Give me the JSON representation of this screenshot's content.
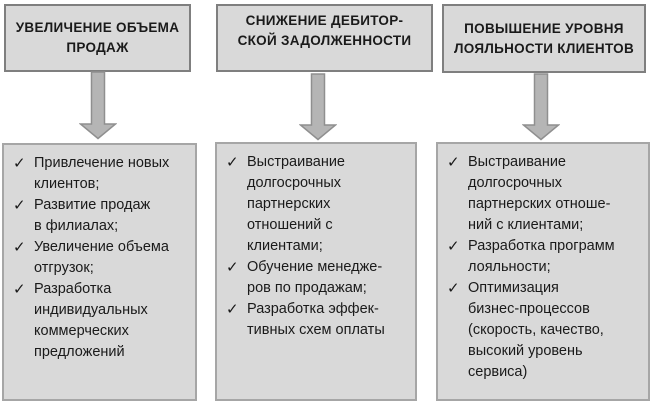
{
  "bullet_char": "✓",
  "colors": {
    "background": "#ffffff",
    "box_fill": "#d9d9d9",
    "header_border": "#7f7f7f",
    "content_border": "#a6a6a6",
    "arrow_fill": "#b5b5b5",
    "arrow_stroke": "#8f8f8f",
    "text": "#1a1a1a"
  },
  "columns": [
    {
      "id": "sales-volume",
      "header": "УВЕЛИЧЕНИЕ ОБЪЕМА\nПРОДАЖ",
      "items": [
        {
          "text": "Привлечение новых\nклиентов;"
        },
        {
          "text": "Развитие продаж\nв филиалах;"
        },
        {
          "text": "Увеличение объема\nотгрузок;"
        },
        {
          "text": "Разработка\nиндивидуальных\nкоммерческих\nпредложений"
        }
      ]
    },
    {
      "id": "receivables-reduction",
      "header": "СНИЖЕНИЕ ДЕБИТОР-\nСКОЙ ЗАДОЛЖЕННОСТИ",
      "items": [
        {
          "text": "Выстраивание\nдолгосрочных\nпартнерских\nотношений с\nклиентами;"
        },
        {
          "text": "Обучение менедже-\nров по продажам;"
        },
        {
          "text": "Разработка эффек-\nтивных схем оплаты"
        }
      ]
    },
    {
      "id": "customer-loyalty",
      "header": "ПОВЫШЕНИЕ УРОВНЯ\nЛОЯЛЬНОСТИ КЛИЕНТОВ",
      "items": [
        {
          "text": "Выстраивание\nдолгосрочных\nпартнерских отноше-\nний с клиентами;"
        },
        {
          "text": "Разработка программ\nлояльности;"
        },
        {
          "text": "Оптимизация\nбизнес-процессов\n(скорость, качество,\nвысокий уровень\nсервиса)"
        }
      ]
    }
  ]
}
